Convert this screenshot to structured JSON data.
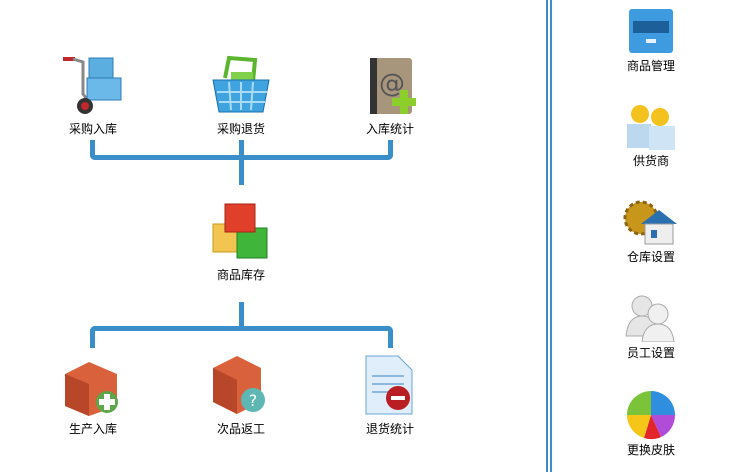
{
  "flow": {
    "top": [
      {
        "label": "采购入库",
        "icon": "hand-truck-icon"
      },
      {
        "label": "采购退货",
        "icon": "shopping-basket-icon"
      },
      {
        "label": "入库统计",
        "icon": "address-book-add-icon"
      }
    ],
    "middle": {
      "label": "商品库存",
      "icon": "boxes-icon"
    },
    "bottom": [
      {
        "label": "生产入库",
        "icon": "box-add-icon"
      },
      {
        "label": "次品返工",
        "icon": "box-question-icon"
      },
      {
        "label": "退货统计",
        "icon": "document-remove-icon"
      }
    ]
  },
  "sidebar": {
    "items": [
      {
        "label": "商品管理",
        "icon": "file-cabinet-icon"
      },
      {
        "label": "供货商",
        "icon": "users-icon"
      },
      {
        "label": "仓库设置",
        "icon": "warehouse-gear-icon"
      },
      {
        "label": "员工设置",
        "icon": "people-icon"
      },
      {
        "label": "更换皮肤",
        "icon": "color-wheel-icon"
      }
    ]
  },
  "colors": {
    "connector": "#3a8fcb"
  }
}
